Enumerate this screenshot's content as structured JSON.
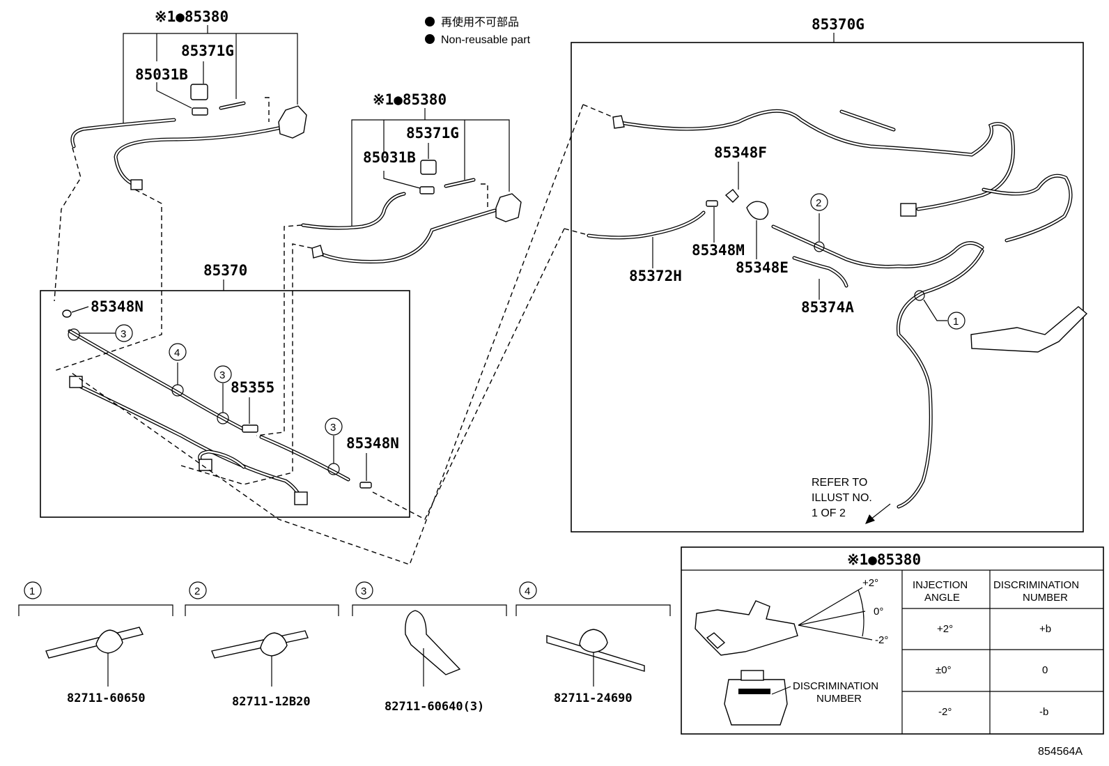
{
  "legend": {
    "jp": "再使用不可部品",
    "en": "Non-reusable part"
  },
  "labels": {
    "assy_85380_top": "※1●85380",
    "assy_85380_mid": "※1●85380",
    "p85371G_a": "85371G",
    "p85031B_a": "85031B",
    "p85371G_b": "85371G",
    "p85031B_b": "85031B",
    "p85370": "85370",
    "p85348N_a": "85348N",
    "p85355": "85355",
    "p85348N_b": "85348N",
    "p85370G": "85370G",
    "p85348F": "85348F",
    "p85348M": "85348M",
    "p85348E": "85348E",
    "p85372H": "85372H",
    "p85374A": "85374A"
  },
  "refer": {
    "line1": "REFER TO",
    "line2": "ILLUST NO.",
    "line3": "1 OF 2"
  },
  "callouts": {
    "c1": "1",
    "c2": "2",
    "c3": "3",
    "c4": "4"
  },
  "clips": [
    {
      "num": "1",
      "part": "82711-60650"
    },
    {
      "num": "2",
      "part": "82711-12B20"
    },
    {
      "num": "3",
      "part": "82711-60640(3)"
    },
    {
      "num": "4",
      "part": "82711-24690"
    }
  ],
  "nozzle_table": {
    "title": "※1●85380",
    "col1_l1": "INJECTION",
    "col1_l2": "ANGLE",
    "col2_l1": "DISCRIMINATION",
    "col2_l2": "NUMBER",
    "rows": [
      {
        "angle": "+2°",
        "num": "+b"
      },
      {
        "angle": "±0°",
        "num": "0"
      },
      {
        "angle": "-2°",
        "num": "-b"
      }
    ],
    "angle_plus": "+2°",
    "angle_zero": "0°",
    "angle_minus": "-2°",
    "disc_l1": "DISCRIMINATION",
    "disc_l2": "NUMBER"
  },
  "figure_id": "854564A"
}
